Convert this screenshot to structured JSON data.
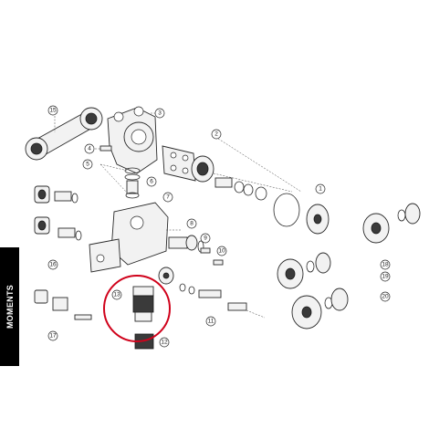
{
  "side_tab": {
    "label": "MOMENTS"
  },
  "callouts": {
    "c1": "1",
    "c2": "2",
    "c3": "3",
    "c4": "4",
    "c5": "5",
    "c6": "6",
    "c7": "7",
    "c8": "8",
    "c9": "9",
    "c10": "10",
    "c11": "11",
    "c12": "12",
    "c13": "13",
    "c15": "15",
    "c16": "16",
    "c17": "17",
    "c18": "18",
    "c19": "19",
    "c20": "20"
  },
  "colors": {
    "ink": "#2a2a2a",
    "part_fill": "#f2f2f2",
    "highlight_circle": "#d0021b",
    "tab_bg": "#000000"
  }
}
